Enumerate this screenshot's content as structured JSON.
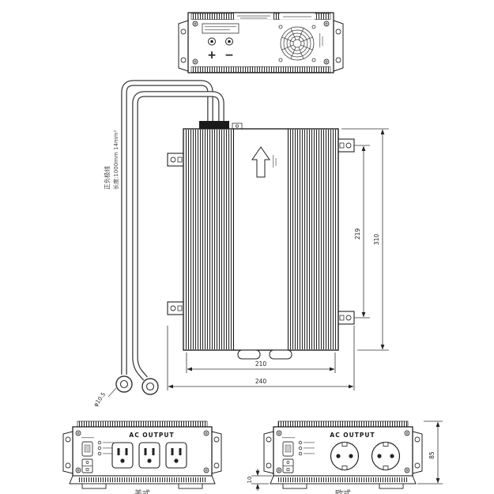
{
  "top_view": {
    "plus_label": "+",
    "minus_label": "−"
  },
  "main_view": {
    "dim_width_inner": "210",
    "dim_width_outer": "240",
    "dim_height_inner": "219",
    "dim_height_outer": "310"
  },
  "cables": {
    "note_line1": "正负极线",
    "note_line2": "长度:1000mm 14mm²",
    "ring_diameter": "φ10.5"
  },
  "us_panel": {
    "title": "AC OUTPUT",
    "caption": "美式"
  },
  "eu_panel": {
    "title": "AC OUTPUT",
    "caption": "欧式",
    "dim_height": "85",
    "dim_base": "10"
  }
}
